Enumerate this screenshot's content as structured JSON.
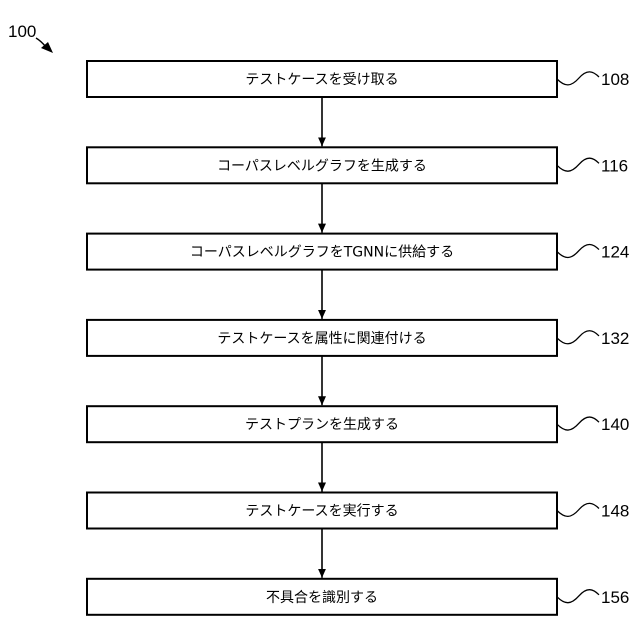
{
  "figure_ref": "100",
  "steps": [
    {
      "label": "テストケースを受け取る",
      "ref": "108"
    },
    {
      "label": "コーパスレベルグラフを生成する",
      "ref": "116"
    },
    {
      "label": "コーパスレベルグラフをTGNNに供給する",
      "ref": "124"
    },
    {
      "label": "テストケースを属性に関連付ける",
      "ref": "132"
    },
    {
      "label": "テストプランを生成する",
      "ref": "140"
    },
    {
      "label": "テストケースを実行する",
      "ref": "148"
    },
    {
      "label": "不具合を識別する",
      "ref": "156"
    }
  ]
}
